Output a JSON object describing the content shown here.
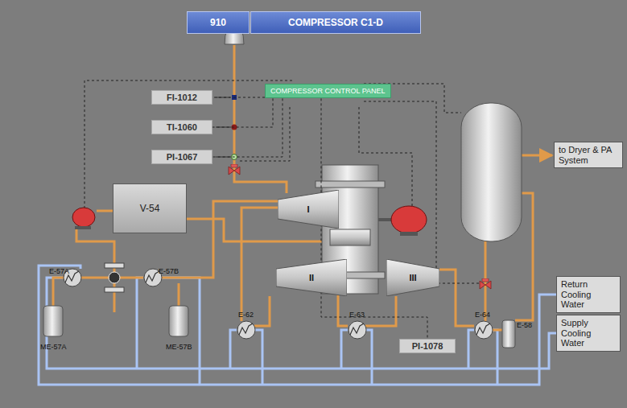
{
  "diagram": {
    "nodes": [
      {
        "text": [
          "910"
        ]
      },
      {
        "text": [
          "COMPRESSOR C1-D"
        ]
      },
      {
        "text": [
          "COMPRESSOR CONTROL PANEL"
        ]
      },
      {
        "text": [
          "FI-1012"
        ]
      },
      {
        "text": [
          "TI-1060"
        ]
      },
      {
        "text": [
          "PI-1067"
        ]
      },
      {
        "text": [
          "V-54"
        ]
      },
      {
        "text": [
          "to Dryer & PA System"
        ]
      },
      {
        "text": [
          "I"
        ]
      },
      {
        "text": [
          "II"
        ]
      },
      {
        "text": [
          "III"
        ]
      },
      {
        "text": [
          "Return Cooling Water"
        ]
      },
      {
        "text": [
          "Supply Cooling Water"
        ]
      },
      {
        "text": [
          "PI-1078"
        ]
      }
    ],
    "edges": [
      {
        "from": 2,
        "to": 3,
        "arrow": "none"
      },
      {
        "from": 2,
        "to": 4,
        "arrow": "none"
      },
      {
        "from": 2,
        "to": 5,
        "arrow": "none"
      },
      {
        "from": 2,
        "to": 13,
        "arrow": "none"
      }
    ],
    "labels": [
      "E-57A",
      "E-57B",
      "ME-57A",
      "ME-57B",
      "E-62",
      "E-63",
      "E-64",
      "E-58"
    ]
  }
}
